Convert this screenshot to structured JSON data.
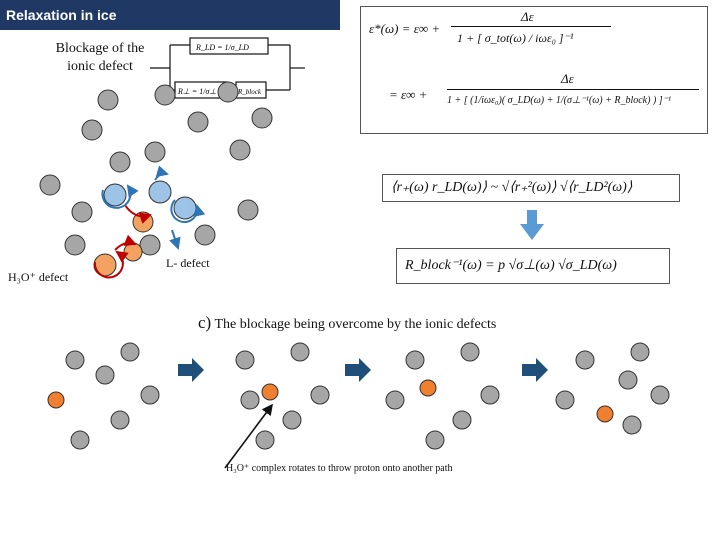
{
  "slide": {
    "title": "Relaxation in ice",
    "blockage_label_line1": "Blockage of the",
    "blockage_label_line2": "ionic defect",
    "circuit": {
      "r_ld": "R_LD = 1/σ_LD",
      "r_perp": "R⊥ = 1/σ⊥",
      "r_block": "R_block"
    },
    "h3o_label": "H₃O⁺ defect",
    "l_label": "L- defect",
    "caption_letter": "c)",
    "caption_text": " The blockage being overcome by the ionic defects",
    "bottom_label": "H₃O⁺ complex rotates to throw proton onto another path",
    "equations": {
      "eq1_lhs": "ε*(ω) = ε∞ +",
      "eq1_num": "Δε",
      "eq1_den": "1 + [ σ_tot(ω) / iωε₀ ]⁻¹",
      "eq2_lhs": "= ε∞ +",
      "eq2_num": "Δε",
      "eq2_den": "1 + [ (1/iωε₀)( σ_LD(ω) + 1/(σ⊥⁻¹(ω) + R_block) ) ]⁻¹",
      "eq3": "⟨r₊(ω) r_LD(ω)⟩ ~ √⟨r₊²(ω)⟩ √⟨r_LD²(ω)⟩",
      "eq4": "R_block⁻¹(ω) = p √σ⊥(ω) √σ_LD(ω)"
    },
    "colors": {
      "title_bar": "#1f3864",
      "molecule": "#a6a6a6",
      "defect_orange": "#f4a261",
      "defect_blue": "#9dc3e6",
      "arrow_red": "#c00000",
      "arrow_blue": "#2e75b6",
      "step_arrow": "#1f4e79",
      "down_arrow": "#5b9bd5"
    }
  }
}
